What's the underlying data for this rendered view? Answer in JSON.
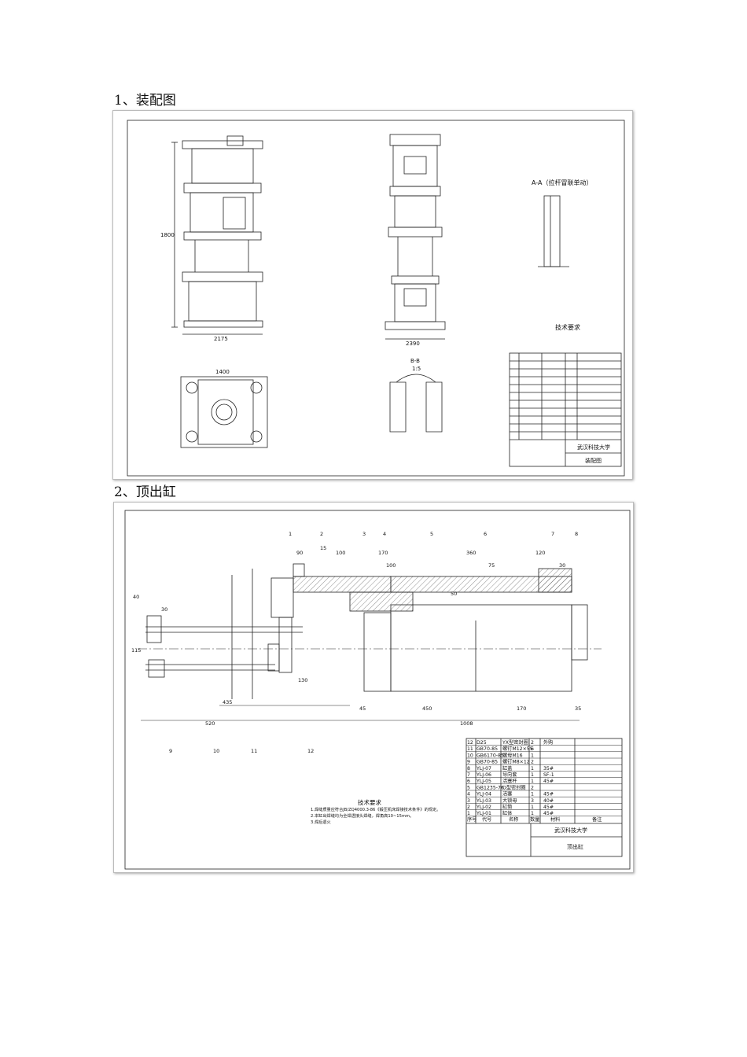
{
  "section1": {
    "heading": "1、装配图",
    "view_aa_title": "A-A（拉杆冒联单动）",
    "view_bb_title": "B-B",
    "view_bb_scale": "1:5",
    "tech_title": "技术要求",
    "school": "武汉科技大学",
    "drawing_name": "装配图",
    "dims": [
      "2175",
      "2390",
      "1800",
      "1400"
    ]
  },
  "section2": {
    "heading": "2、顶出缸",
    "tech_title": "技术要求",
    "tech_notes": [
      "1.焊缝质量应符合JB/ZQ4000.3-86《锻压机床焊接技术条件》的规定。",
      "2.本缸出焊缝均为全焊透接头焊缝，焊角高10~15mm。",
      "3.焊后退火"
    ],
    "balloons": [
      "1",
      "15",
      "2",
      "3",
      "4",
      "5",
      "6",
      "7",
      "8",
      "9",
      "10",
      "11",
      "12"
    ],
    "dims_top": [
      "90",
      "100",
      "170",
      "100",
      "360",
      "75",
      "50",
      "120",
      "30"
    ],
    "dims_bottom": [
      "435",
      "520",
      "45",
      "450",
      "170",
      "35",
      "1008",
      "130"
    ],
    "dims_left": [
      "40",
      "30",
      "115"
    ],
    "bom": [
      {
        "no": "12",
        "code": "D25",
        "name": "YX型密封圈",
        "qty": "2",
        "mat": "外购"
      },
      {
        "no": "11",
        "code": "GB70-85",
        "name": "螺钉M12×55",
        "qty": "6",
        "mat": ""
      },
      {
        "no": "10",
        "code": "GB6170-85",
        "name": "螺母M16",
        "qty": "1",
        "mat": ""
      },
      {
        "no": "9",
        "code": "GB70-85",
        "name": "螺钉M8×12",
        "qty": "2",
        "mat": ""
      },
      {
        "no": "8",
        "code": "YLJ-07",
        "name": "缸盖",
        "qty": "1",
        "mat": "35#"
      },
      {
        "no": "7",
        "code": "YLJ-06",
        "name": "导向套",
        "qty": "1",
        "mat": "SF-1"
      },
      {
        "no": "6",
        "code": "YLJ-05",
        "name": "活塞杆",
        "qty": "1",
        "mat": "45#"
      },
      {
        "no": "5",
        "code": "GB1235-76",
        "name": "O型密封圈",
        "qty": "2",
        "mat": ""
      },
      {
        "no": "4",
        "code": "YLJ-04",
        "name": "活塞",
        "qty": "1",
        "mat": "45#"
      },
      {
        "no": "3",
        "code": "YLJ-03",
        "name": "大锁母",
        "qty": "3",
        "mat": "40#"
      },
      {
        "no": "2",
        "code": "YLJ-02",
        "name": "缸筒",
        "qty": "1",
        "mat": "45#"
      },
      {
        "no": "1",
        "code": "YLJ-01",
        "name": "缸体",
        "qty": "1",
        "mat": "45#"
      }
    ],
    "bom_header": {
      "no": "序号",
      "code": "代号",
      "name": "名称",
      "qty": "数量",
      "mat": "材料",
      "remark": "备注"
    },
    "school": "武汉科技大学",
    "drawing_name": "顶出缸"
  }
}
